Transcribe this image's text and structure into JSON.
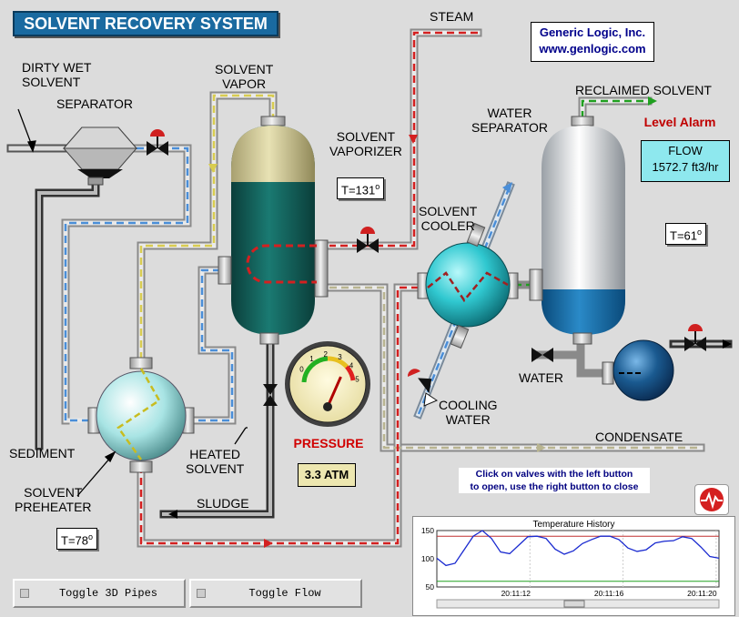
{
  "title": "SOLVENT RECOVERY SYSTEM",
  "company": {
    "name": "Generic Logic, Inc.",
    "url": "www.genlogic.com"
  },
  "labels": {
    "dirty_wet_solvent": "DIRTY WET\nSOLVENT",
    "separator": "SEPARATOR",
    "solvent_vapor": "SOLVENT\nVAPOR",
    "steam": "STEAM",
    "solvent_vaporizer": "SOLVENT\nVAPORIZER",
    "reclaimed_solvent": "RECLAIMED SOLVENT",
    "water_separator": "WATER\nSEPARATOR",
    "solvent_cooler": "SOLVENT\nCOOLER",
    "water": "WATER",
    "cooling_water": "COOLING\nWATER",
    "condensate": "CONDENSATE",
    "sediment": "SEDIMENT",
    "heated_solvent": "HEATED\nSOLVENT",
    "solvent_preheater": "SOLVENT\nPREHEATER",
    "sludge": "SLUDGE",
    "pressure": "PRESSURE"
  },
  "readouts": {
    "vaporizer_temp": "T=131",
    "water_sep_temp": "T=61",
    "preheater_temp": "T=78",
    "degree_symbol": "o",
    "pressure_value": "3.3 ATM",
    "flow_label": "FLOW",
    "flow_value": "1572.7 ft3/hr",
    "level_alarm": "Level Alarm"
  },
  "gauge": {
    "ticks": [
      "0",
      "1",
      "2",
      "3",
      "4",
      "5"
    ],
    "min": 0,
    "max": 5,
    "value": 3.3
  },
  "hint": {
    "line1": "Click on valves with the left button",
    "line2": "to open, use the right button to close"
  },
  "buttons": {
    "toggle_3d": "Toggle 3D Pipes",
    "toggle_flow": "Toggle Flow"
  },
  "colors": {
    "steam_flow": "#d42020",
    "vapor_flow": "#d8cc50",
    "water_flow": "#4a8ed8",
    "reclaimed_flow": "#20a020",
    "vessel_liquid": "#13605a",
    "vessel_top": "#d4cc90",
    "sphere": "#30c8d0"
  },
  "chart_data": {
    "type": "line",
    "title": "Temperature History",
    "ylim": [
      50,
      150
    ],
    "y_ticks": [
      "150",
      "100",
      "50"
    ],
    "x_ticks": [
      "20:11:12",
      "20:11:16",
      "20:11:20"
    ],
    "high_limit": 140,
    "low_limit": 60,
    "series": [
      {
        "values": [
          101,
          88,
          92,
          116,
          140,
          150,
          136,
          112,
          109,
          124,
          139,
          140,
          136,
          117,
          108,
          114,
          127,
          134,
          140,
          140,
          134,
          119,
          113,
          116,
          128,
          131,
          132,
          139,
          136,
          121,
          104,
          101
        ]
      }
    ]
  }
}
